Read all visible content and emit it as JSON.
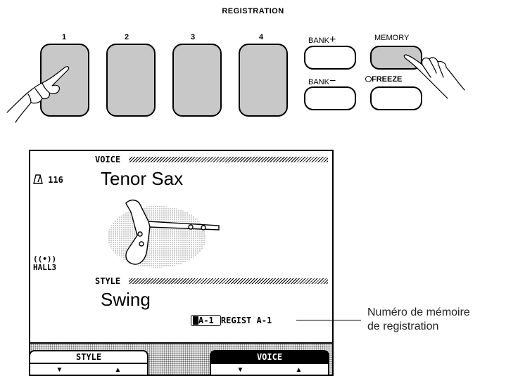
{
  "panel": {
    "title": "REGISTRATION",
    "numbers": [
      "1",
      "2",
      "3",
      "4"
    ],
    "bank_plus_label": "BANK",
    "bank_plus_symbol": "+",
    "bank_minus_label": "BANK",
    "bank_minus_symbol": "−",
    "memory_label": "MEMORY",
    "freeze_label": "FREEZE"
  },
  "lcd": {
    "voice_header": "VOICE",
    "voice_name": "Tenor Sax",
    "tempo": "116",
    "reverb": "HALL3",
    "style_header": "STYLE",
    "style_name": "Swing",
    "regist_bank": "A-1",
    "regist_text": "REGIST A-1",
    "tabs": {
      "style_label": "STYLE",
      "voice_label": "VOICE",
      "down_arrow": "▼",
      "up_arrow": "▲"
    }
  },
  "callout": {
    "line1": "Numéro de mémoire",
    "line2": "de registration"
  }
}
